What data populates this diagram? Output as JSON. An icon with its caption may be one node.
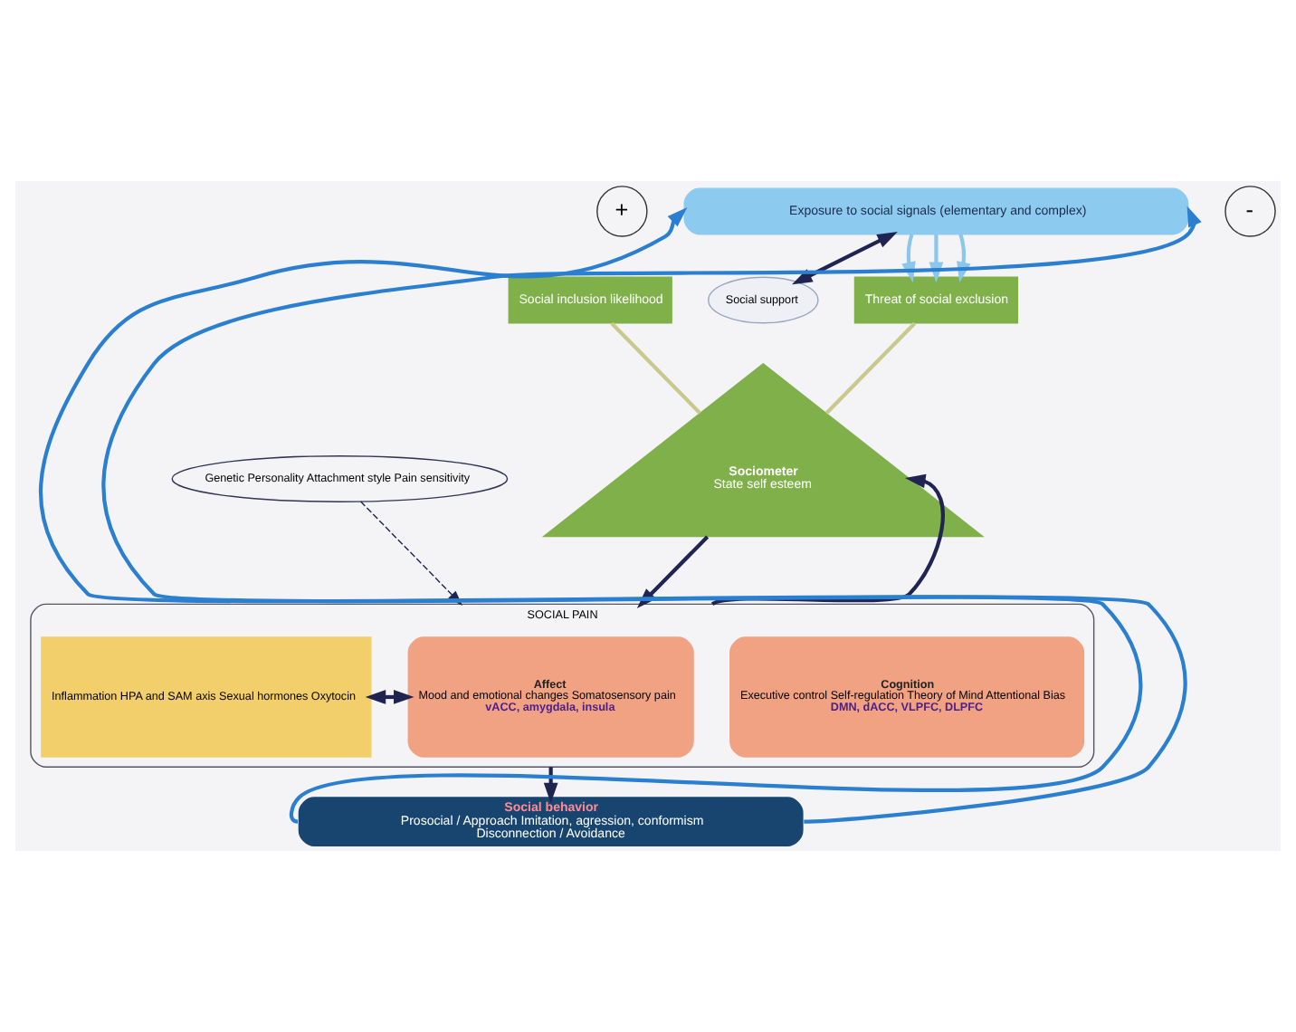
{
  "diagram": {
    "nodes": [
      {
        "text": [
          "Exposure to social signals (elementary and complex)"
        ]
      },
      {
        "text": [
          "Social inclusion likelihood"
        ]
      },
      {
        "text": [
          "Social support"
        ]
      },
      {
        "text": [
          "Threat of social exclusion"
        ]
      },
      {
        "text": [
          "Sociometer",
          "State self esteem"
        ]
      },
      {
        "text": [
          "Genetic Personality Attachment style Pain sensitivity"
        ]
      },
      {
        "text": [
          "SOCIAL PAIN"
        ]
      },
      {
        "text": [
          "Inflammation HPA and SAM axis Sexual hormones Oxytocin"
        ],
        "in": 6
      },
      {
        "text": [
          "Affect",
          "Mood and emotional changes Somatosensory pain",
          "vACC, amygdala, insula"
        ],
        "in": 6
      },
      {
        "text": [
          "Cognition",
          "Executive control Self-regulation Theory of Mind Attentional Bias",
          "DMN, dACC, VLPFC, DLPFC"
        ],
        "in": 6
      },
      {
        "text": [
          "Social behavior",
          "Prosocial / Approach Imitation, agression, conformism",
          "Disconnection / Avoidance"
        ]
      },
      {
        "text": [
          "+"
        ]
      },
      {
        "text": [
          "-"
        ]
      }
    ],
    "edges": [
      {
        "from": 0,
        "to": 2,
        "arrow": "both",
        "color": "#1f2452"
      },
      {
        "from": 0,
        "to": 3,
        "arrow": "to",
        "color": "#8cc6ea"
      },
      {
        "from": 0,
        "to": 3,
        "arrow": "to",
        "color": "#8cc6ea"
      },
      {
        "from": 0,
        "to": 3,
        "arrow": "to",
        "color": "#8cc6ea"
      },
      {
        "from": 1,
        "to": 4,
        "arrow": "none",
        "color": "#c9c98e"
      },
      {
        "from": 3,
        "to": 4,
        "arrow": "none",
        "color": "#c9c98e"
      },
      {
        "from": 4,
        "to": 6,
        "arrow": "to"
      },
      {
        "from": 5,
        "to": 6,
        "arrow": "to",
        "style": "dashed"
      },
      {
        "from": 7,
        "to": 8,
        "arrow": "both",
        "color": "#1f2452"
      },
      {
        "from": 6,
        "to": 4,
        "arrow": "to"
      },
      {
        "from": 6,
        "to": 10,
        "arrow": "to"
      },
      {
        "from": 10,
        "to": 0,
        "arrow": "to",
        "color": "#2a7fd0"
      },
      {
        "from": 10,
        "to": 0,
        "arrow": "to",
        "color": "#2a7fd0"
      }
    ]
  }
}
